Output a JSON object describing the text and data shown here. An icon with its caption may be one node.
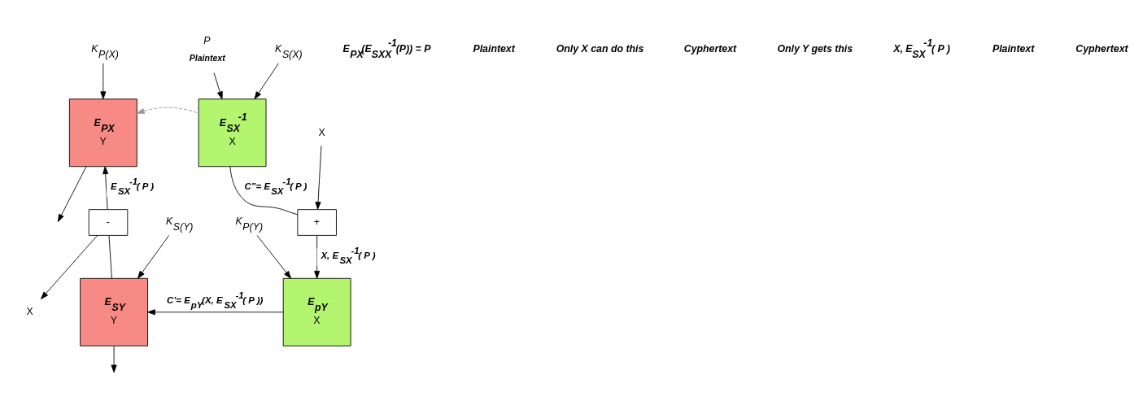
{
  "diagram": {
    "nodes": [
      {
        "text": [
          "E$_{PX}$",
          "Y"
        ]
      },
      {
        "text": [
          "E$_{SX}$$^{-1}$",
          "X"
        ]
      },
      {
        "text": [
          "-"
        ]
      },
      {
        "text": [
          "+"
        ]
      },
      {
        "text": [
          "E$_{SY}$",
          "Y"
        ]
      },
      {
        "text": [
          "E$_{pY}$",
          "X"
        ]
      },
      {
        "text": [
          "K$_{P(X)}$"
        ]
      },
      {
        "text": [
          "K$_{S(X)}$"
        ]
      },
      {
        "text": [
          "K$_{S(Y)}$"
        ]
      },
      {
        "text": [
          "K$_{P(Y)}$"
        ]
      },
      {
        "text": [
          "P"
        ],
        "beside": [
          "Plaintext"
        ]
      },
      {
        "text": [
          "X"
        ]
      },
      {
        "text": [
          "X"
        ]
      }
    ],
    "edges": [
      {
        "from": 6,
        "to": 0,
        "arrow": "to"
      },
      {
        "from": 7,
        "to": 1,
        "arrow": "to"
      },
      {
        "from": 10,
        "to": 1,
        "arrow": "to"
      },
      {
        "from": 1,
        "to": 0,
        "arrow": "to",
        "style": "dashed",
        "color": "#999999"
      },
      {
        "from": 1,
        "to": 3,
        "arrow": "none",
        "label": "C”= E$_{SX}$$^{-1}$( P )"
      },
      {
        "from": 11,
        "to": 3,
        "arrow": "to"
      },
      {
        "from": 3,
        "to": 5,
        "arrow": "to",
        "label": "X, E$_{SX}$$^{-1}$( P )"
      },
      {
        "from": 9,
        "to": 5,
        "arrow": "to"
      },
      {
        "from": 5,
        "to": 4,
        "arrow": "to",
        "label": "C’= E$_{pY}$(X, E$_{SX}$$^{-1}$( P ))"
      },
      {
        "from": 8,
        "to": 4,
        "arrow": "to"
      },
      {
        "from": 4,
        "to": 2,
        "arrow": "none"
      },
      {
        "from": 2,
        "to": 0,
        "arrow": "to",
        "label": "E$_{SX}$$^{-1}$( P )"
      },
      {
        "from": 2,
        "to": 12,
        "arrow": "to"
      },
      {
        "from": 0,
        "to": null,
        "arrow": "to"
      },
      {
        "from": 4,
        "to": null,
        "arrow": "to"
      }
    ],
    "labels": [
      "E$_{PX}$(E$_{SXX}$$^{-1}$(P)) = P",
      "Plaintext",
      "Only X can do this",
      "Cyphertext",
      "Only Y gets this",
      "X, E$_{SX}$$^{-1}$( P )",
      "Plaintext",
      "Cyphertext"
    ]
  }
}
